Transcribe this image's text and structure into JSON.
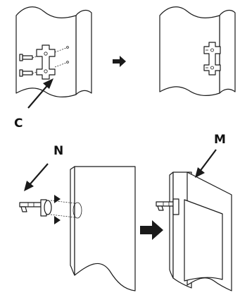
{
  "labels": {
    "c": "C",
    "n": "N",
    "m": "M"
  },
  "colors": {
    "ink": "#1a1a1a",
    "background": "#ffffff"
  },
  "icons": [
    "right-arrow-icon",
    "pointer-arrow-icon",
    "triangle-marker-icon"
  ]
}
